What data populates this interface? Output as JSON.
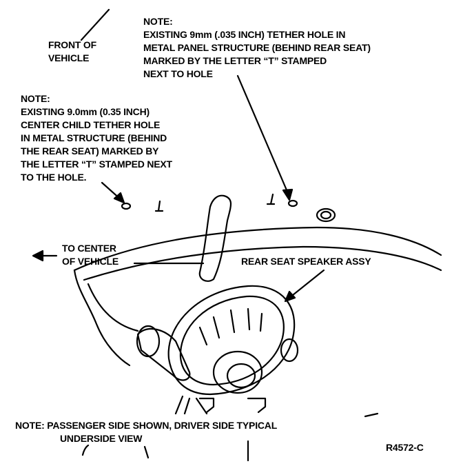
{
  "labels": {
    "front_of_vehicle": [
      "FRONT OF",
      "VEHICLE"
    ],
    "note_top": [
      "NOTE:",
      "EXISTING 9mm (.035 INCH) TETHER HOLE IN",
      "METAL PANEL STRUCTURE (BEHIND REAR SEAT)",
      "MARKED BY THE LETTER “T” STAMPED",
      "NEXT TO HOLE"
    ],
    "note_center": [
      "NOTE:",
      "EXISTING 9.0mm (0.35 INCH)",
      "CENTER CHILD TETHER HOLE",
      "IN METAL STRUCTURE (BEHIND",
      "THE REAR SEAT) MARKED BY",
      "THE LETTER “T” STAMPED NEXT",
      "TO THE HOLE."
    ],
    "to_center": [
      "TO CENTER",
      "OF VEHICLE"
    ],
    "speaker": "REAR SEAT SPEAKER ASSY",
    "note_bottom": [
      "NOTE: PASSENGER SIDE SHOWN, DRIVER SIDE TYPICAL",
      "UNDERSIDE VIEW"
    ],
    "figure_code": "R4572-C"
  }
}
